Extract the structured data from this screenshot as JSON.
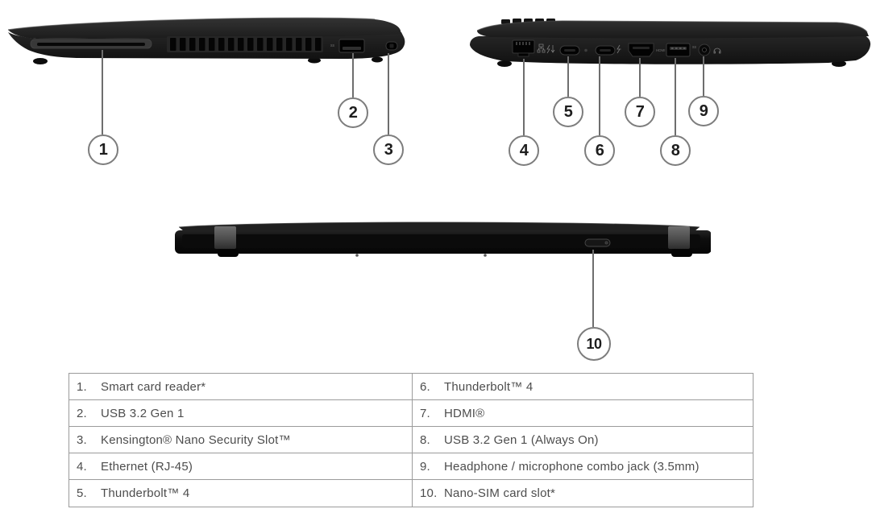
{
  "callouts": [
    {
      "num": "1"
    },
    {
      "num": "2"
    },
    {
      "num": "3"
    },
    {
      "num": "4"
    },
    {
      "num": "5"
    },
    {
      "num": "6"
    },
    {
      "num": "7"
    },
    {
      "num": "8"
    },
    {
      "num": "9"
    },
    {
      "num": "10"
    }
  ],
  "legend": {
    "left_rows": [
      {
        "num": "1.",
        "label": "Smart card reader*"
      },
      {
        "num": "2.",
        "label": "USB 3.2 Gen 1"
      },
      {
        "num": "3.",
        "label": "Kensington® Nano Security Slot™"
      },
      {
        "num": "4.",
        "label": "Ethernet (RJ-45)"
      },
      {
        "num": "5.",
        "label": "Thunderbolt™ 4"
      }
    ],
    "right_rows": [
      {
        "num": "6.",
        "label": "Thunderbolt™ 4"
      },
      {
        "num": "7.",
        "label": "HDMI®"
      },
      {
        "num": "8.",
        "label": "USB 3.2 Gen 1 (Always On)"
      },
      {
        "num": "9.",
        "label": "Headphone / microphone combo jack (3.5mm)"
      },
      {
        "num": "10.",
        "label": "Nano-SIM card slot*"
      }
    ]
  },
  "colors": {
    "callout_line": "#6e6e6e",
    "callout_border": "#7d7d7d",
    "table_border": "#9b9b9b",
    "table_text": "#4d4d4d",
    "device_body": "#191919"
  }
}
